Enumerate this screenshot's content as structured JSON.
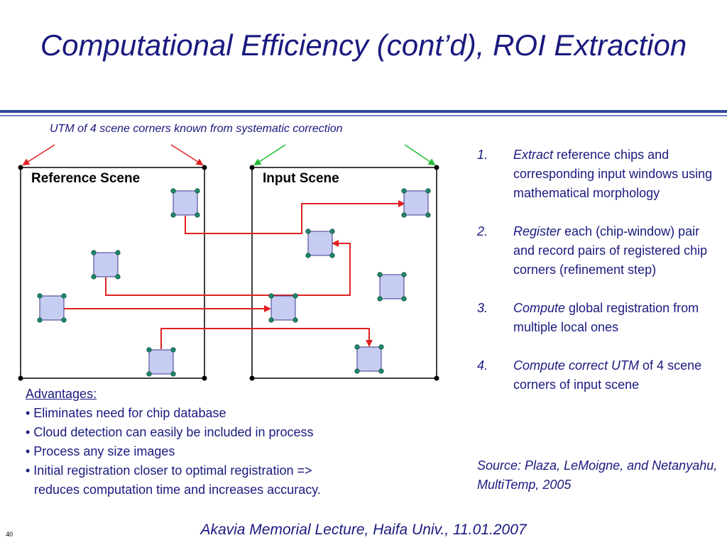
{
  "slide": {
    "title": "Computational Efficiency (cont’d), ROI Extraction",
    "caption": "UTM of 4 scene corners known from systematic correction",
    "reference_scene_label": "Reference Scene",
    "input_scene_label": "Input Scene",
    "steps": [
      {
        "num": "1.",
        "verb": "Extract",
        "text": "reference chips and corresponding input windows using mathematical morphology"
      },
      {
        "num": "2.",
        "verb": "Register",
        "text": "each (chip-window) pair and record pairs of registered chip corners (refinement step)"
      },
      {
        "num": "3.",
        "verb": "Compute",
        "text": "global registration from multiple local ones"
      },
      {
        "num": "4.",
        "verb": "Compute correct UTM",
        "text": "of 4 scene corners of input scene"
      }
    ],
    "source": "Source: Plaza, LeMoigne, and Netanyahu, MultiTemp, 2005",
    "advantages": {
      "heading": "Advantages:",
      "items": [
        "• Eliminates need for chip database",
        "• Cloud detection can easily be included in process",
        "• Process any size images",
        "• Initial registration closer to optimal registration =>"
      ],
      "continuation": "reduces computation time and increases accuracy."
    },
    "footer": "Akavia Memorial Lecture, Haifa Univ., 11.01.2007",
    "page_number": "40"
  },
  "colors": {
    "title": "#1a1a80",
    "rule": "#2e4a9e",
    "chip_fill": "#c6ccf2",
    "chip_stroke": "#3a3a8a",
    "corner_dot": "#1e8a6a",
    "link_line": "#e02020",
    "reference_arrow": "#e02020",
    "input_arrow": "#22bb33"
  }
}
